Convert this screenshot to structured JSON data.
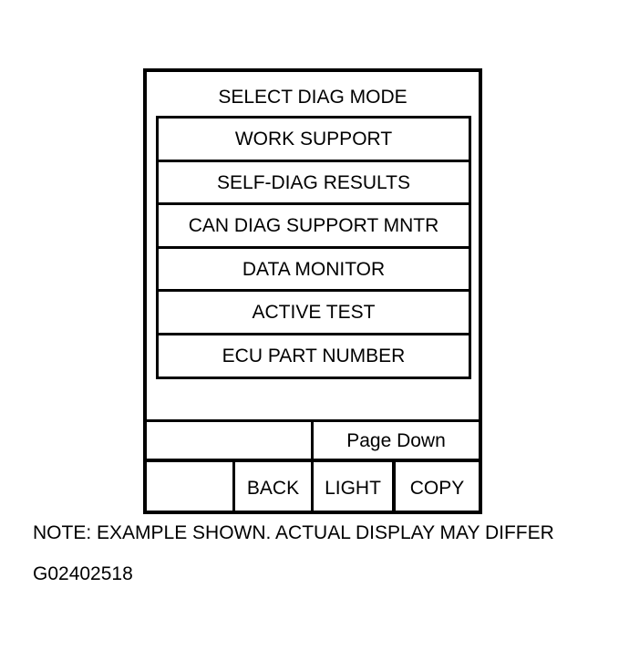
{
  "screen": {
    "title": "SELECT DIAG MODE",
    "menu_items": [
      {
        "label": "WORK SUPPORT"
      },
      {
        "label": "SELF-DIAG RESULTS"
      },
      {
        "label": "CAN DIAG SUPPORT MNTR"
      },
      {
        "label": "DATA MONITOR"
      },
      {
        "label": "ACTIVE TEST"
      },
      {
        "label": "ECU PART NUMBER"
      }
    ],
    "page_down_label": "Page Down",
    "buttons": {
      "blank": "",
      "back": "BACK",
      "light": "LIGHT",
      "copy": "COPY"
    }
  },
  "caption": {
    "note": "NOTE: EXAMPLE SHOWN. ACTUAL DISPLAY MAY DIFFER",
    "figure_id": "G02402518"
  }
}
